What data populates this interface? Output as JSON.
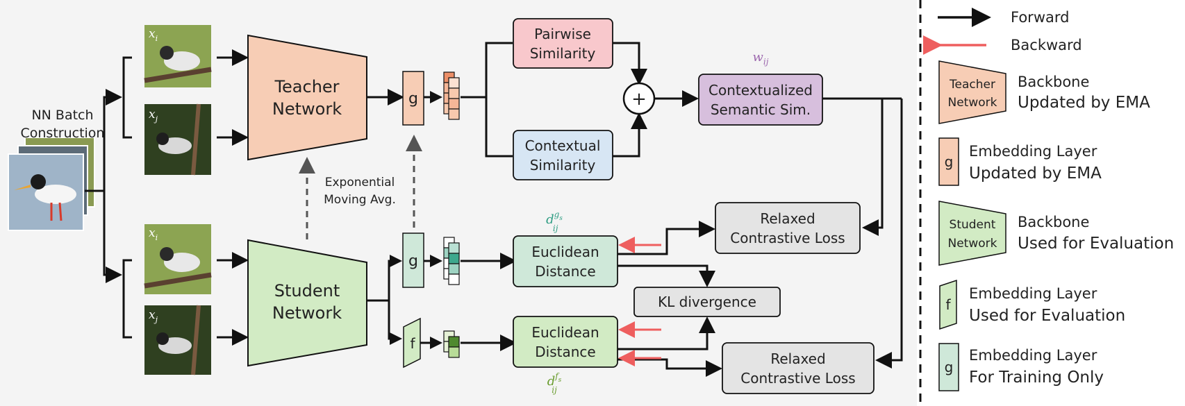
{
  "colors": {
    "teacher": "#f7cdb5",
    "student": "#d2ebc4",
    "pairwise": "#f8c8cc",
    "contextual": "#d7e6f4",
    "contextualized": "#d7bfdd",
    "euclid": "#cfe8d9",
    "loss": "#e4e4e4",
    "backward": "#ee5e5e",
    "wij": "#9b66ad",
    "dg": "#2f9d83",
    "df": "#6a9d2f"
  },
  "batch": {
    "line1": "NN Batch",
    "line2": "Construction"
  },
  "images": {
    "xi": "x",
    "xi_sub": "i",
    "xj": "x",
    "xj_sub": "j"
  },
  "teacher": {
    "line1": "Teacher",
    "line2": "Network"
  },
  "student": {
    "line1": "Student",
    "line2": "Network"
  },
  "layers": {
    "g": "g",
    "f": "f"
  },
  "ema": {
    "line1": "Exponential",
    "line2": "Moving Avg."
  },
  "pairwise": {
    "line1": "Pairwise",
    "line2": "Similarity"
  },
  "contextual": {
    "line1": "Contextual",
    "line2": "Similarity"
  },
  "plus": "+",
  "wij": {
    "base": "w",
    "sub": "ij"
  },
  "contextualized": {
    "line1": "Contextualized",
    "line2": "Semantic Sim."
  },
  "d_g": {
    "base": "d",
    "sup_base": "g",
    "sup_sub": "s",
    "sub": "ij"
  },
  "d_f": {
    "base": "d",
    "sup_base": "f",
    "sup_sub": "s",
    "sub": "ij"
  },
  "euclid_top": {
    "line1": "Euclidean",
    "line2": "Distance"
  },
  "euclid_bottom": {
    "line1": "Euclidean",
    "line2": "Distance"
  },
  "loss_top": {
    "line1": "Relaxed",
    "line2": "Contrastive Loss"
  },
  "loss_bottom": {
    "line1": "Relaxed",
    "line2": "Contrastive Loss"
  },
  "kl": "KL divergence",
  "legend": {
    "forward": "Forward",
    "backward": "Backward",
    "teacher_icon": {
      "line1": "Teacher",
      "line2": "Network"
    },
    "teacher_desc1": "Backbone",
    "teacher_desc2": "Updated by EMA",
    "g1_icon": "g",
    "g1_desc1": "Embedding Layer",
    "g1_desc2": "Updated by EMA",
    "student_icon": {
      "line1": "Student",
      "line2": "Network"
    },
    "student_desc1": "Backbone",
    "student_desc2": "Used for Evaluation",
    "f_icon": "f",
    "f_desc1": "Embedding Layer",
    "f_desc2": "Used for Evaluation",
    "g2_icon": "g",
    "g2_desc1": "Embedding Layer",
    "g2_desc2": "For Training Only"
  }
}
